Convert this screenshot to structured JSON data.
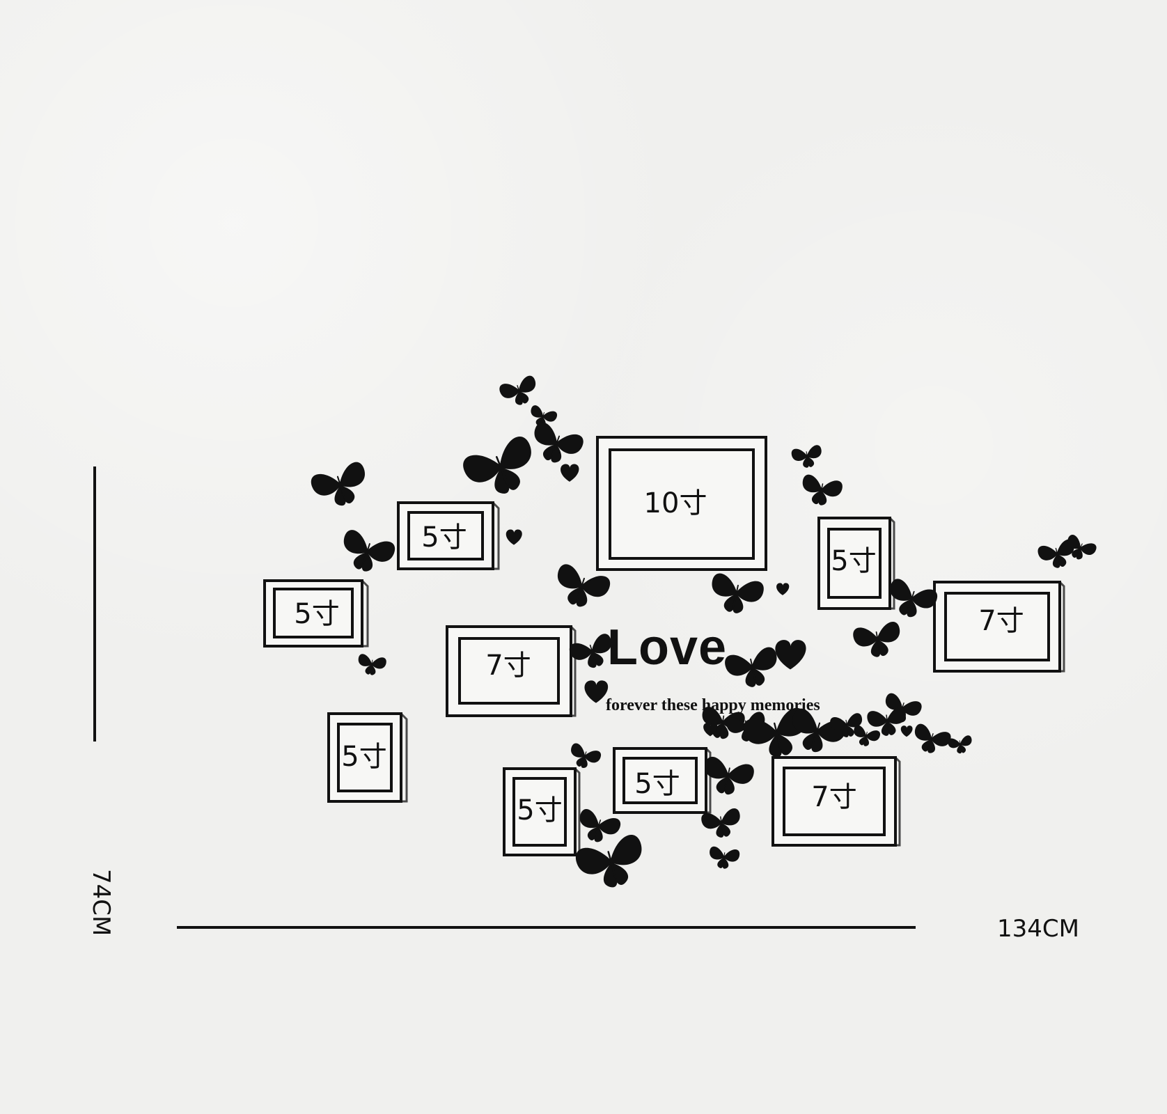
{
  "wall_layout": {
    "frames": [
      {
        "label": "10寸"
      },
      {
        "label": "5寸"
      },
      {
        "label": "5寸"
      },
      {
        "label": "7寸"
      },
      {
        "label": "5寸"
      },
      {
        "label": "5寸"
      },
      {
        "label": "5寸"
      },
      {
        "label": "5寸"
      },
      {
        "label": "7寸"
      },
      {
        "label": "7寸"
      }
    ],
    "dimensions": {
      "height": "74CM",
      "width": "134CM"
    },
    "decal": {
      "title": "Love",
      "subtitle": "forever these happy memories"
    },
    "colors": {
      "background": "#f3f3f1",
      "ink": "#111111"
    }
  }
}
